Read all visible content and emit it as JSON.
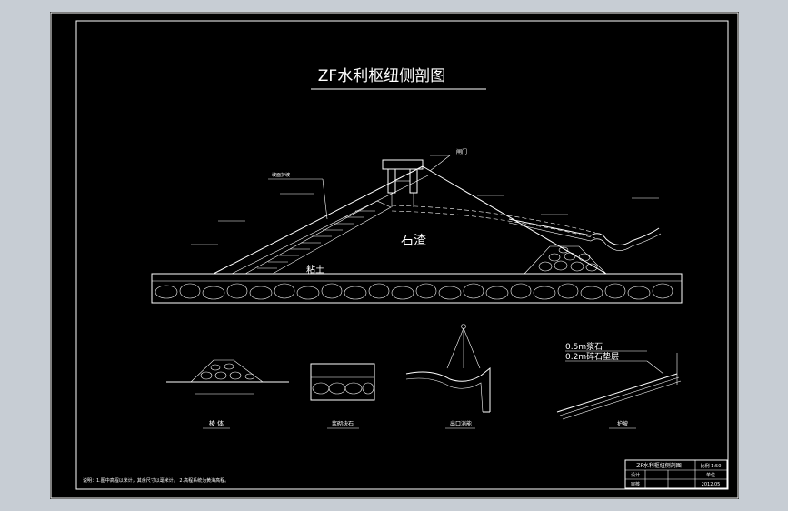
{
  "drawing": {
    "title": "ZF水利枢纽侧剖图",
    "labels": {
      "main_fill": "石渣",
      "clay": "粘土",
      "gate": "闸门",
      "slope_protection": "坡面护坡",
      "layer1": "0.5m浆石",
      "layer2": "0.2m碎石垫层"
    },
    "captions": {
      "detail1": "棱 体",
      "detail2": "浆砌块石",
      "detail3": "出口消能",
      "detail4": "护坡"
    },
    "note": "说明：1.图中高程以米计，其余尺寸以毫米计。  2.高程系统为黄海高程。",
    "title_block": {
      "name": "ZF水利枢纽侧剖图",
      "scale": "比例 1:50",
      "design": "设计",
      "check": "审核",
      "unit": "单位",
      "date": "2012.05"
    }
  },
  "colors": {
    "background": "#000000",
    "lines": "#ffffff",
    "outer": "#c7cdd4"
  }
}
